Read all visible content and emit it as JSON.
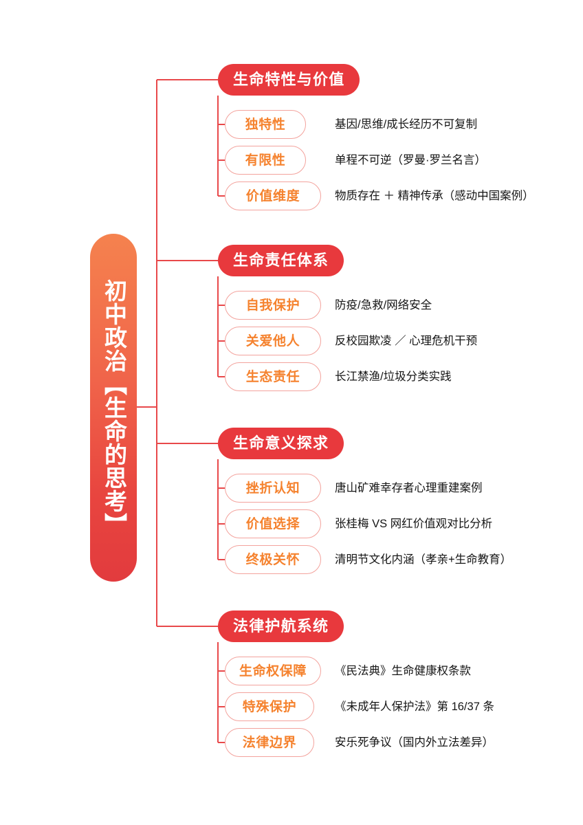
{
  "colors": {
    "root_gradient_top": "#F5824E",
    "root_gradient_bottom": "#E23B3E",
    "branch_fill": "#E8393D",
    "sub_border": "#F3A29C",
    "sub_text": "#F5822E",
    "desc_text": "#151515",
    "wire": "#E8484A",
    "background": "#FFFFFF"
  },
  "root": {
    "label": "初中政治【生命的思考】"
  },
  "branches": [
    {
      "title": "生命特性与价值",
      "children": [
        {
          "label": "独特性",
          "desc": "基因/思维/成长经历不可复制"
        },
        {
          "label": "有限性",
          "desc": "单程不可逆（罗曼·罗兰名言）"
        },
        {
          "label": "价值维度",
          "desc": "物质存在 ＋ 精神传承（感动中国案例）"
        }
      ]
    },
    {
      "title": "生命责任体系",
      "children": [
        {
          "label": "自我保护",
          "desc": "防疫/急救/网络安全"
        },
        {
          "label": "关爱他人",
          "desc": "反校园欺凌 ／ 心理危机干预"
        },
        {
          "label": "生态责任",
          "desc": "长江禁渔/垃圾分类实践"
        }
      ]
    },
    {
      "title": "生命意义探求",
      "children": [
        {
          "label": "挫折认知",
          "desc": "唐山矿难幸存者心理重建案例"
        },
        {
          "label": "价值选择",
          "desc": "张桂梅 VS 网红价值观对比分析"
        },
        {
          "label": "终极关怀",
          "desc": "清明节文化内涵（孝亲+生命教育）"
        }
      ]
    },
    {
      "title": "法律护航系统",
      "children": [
        {
          "label": "生命权保障",
          "desc": "《民法典》生命健康权条款"
        },
        {
          "label": "特殊保护",
          "desc": "《未成年人保护法》第 16/37 条"
        },
        {
          "label": "法律边界",
          "desc": "安乐死争议（国内外立法差异）"
        }
      ]
    }
  ]
}
